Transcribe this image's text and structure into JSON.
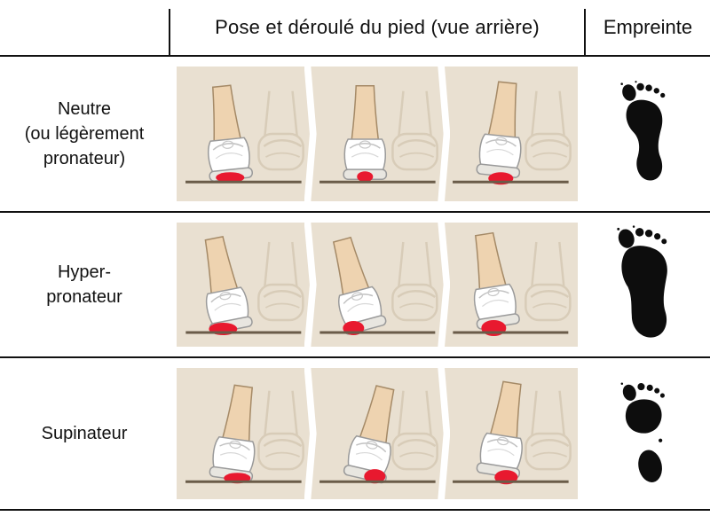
{
  "header": {
    "title": "Pose et déroulé du pied (vue arrière)",
    "empreinte": "Empreinte"
  },
  "rows": [
    {
      "id": "neutre",
      "label_lines": [
        "Neutre",
        "(ou légèrement",
        "pronateur)"
      ],
      "illustration": "foot-rear-view-gait-sequence-neutral",
      "footprint": "footprint-neutral"
    },
    {
      "id": "hyper-pronateur",
      "label_lines": [
        "Hyper-",
        "pronateur",
        ""
      ],
      "illustration": "foot-rear-view-gait-sequence-overpronation",
      "footprint": "footprint-flat-overpronator"
    },
    {
      "id": "supinateur",
      "label_lines": [
        "Supinateur",
        "",
        ""
      ],
      "illustration": "foot-rear-view-gait-sequence-supination",
      "footprint": "footprint-high-arch-supinator"
    }
  ],
  "colors": {
    "highlight_red": "#e8192f",
    "panel_beige": "#e9e0d1",
    "line_black": "#111111",
    "footprint_black": "#0d0d0d"
  }
}
